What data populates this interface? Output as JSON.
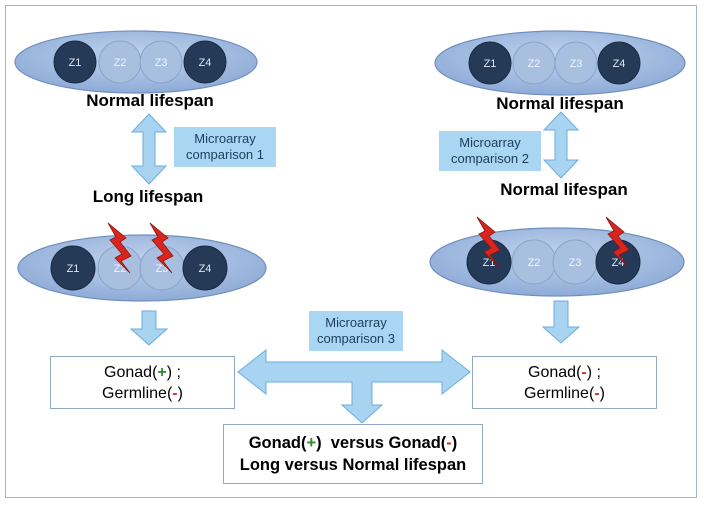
{
  "colors": {
    "ellipse_fill": "#9cb6dd",
    "ellipse_stroke": "#6f8fbe",
    "dark_cell": "#253a56",
    "light_cell": "#a9bfe0",
    "arrow_fill": "#a8d3f1",
    "arrow_stroke": "#6aaedc",
    "bolt": "#d9251e",
    "plus": "#2e8b2e",
    "minus": "#c0392b"
  },
  "panels": {
    "top_left": {
      "cells": [
        "Z1",
        "Z2",
        "Z3",
        "Z4"
      ],
      "dark": [
        true,
        false,
        false,
        true
      ],
      "label": "Normal lifespan"
    },
    "top_right": {
      "cells": [
        "Z1",
        "Z2",
        "Z3",
        "Z4"
      ],
      "dark": [
        true,
        false,
        false,
        true
      ],
      "label": "Normal lifespan"
    },
    "bottom_left": {
      "cells": [
        "Z1",
        "Z2",
        "Z3",
        "Z4"
      ],
      "dark": [
        true,
        false,
        false,
        true
      ],
      "label": "Long lifespan",
      "bolt_on": [
        "Z2",
        "Z3"
      ]
    },
    "bottom_right": {
      "cells": [
        "Z1",
        "Z2",
        "Z3",
        "Z4"
      ],
      "dark": [
        true,
        false,
        false,
        true
      ],
      "label": "Normal lifespan",
      "bolt_on": [
        "Z1",
        "Z4"
      ]
    }
  },
  "comparisons": {
    "c1": [
      "Microarray",
      "comparison 1"
    ],
    "c2": [
      "Microarray",
      "comparison 2"
    ],
    "c3": [
      "Microarray",
      "comparison 3"
    ]
  },
  "results": {
    "left": {
      "line1_prefix": "Gonad(",
      "line1_sign": "+",
      "line1_suffix": ") ;",
      "line2_prefix": "Germline(",
      "line2_sign": "-",
      "line2_suffix": ")"
    },
    "right": {
      "line1_prefix": "Gonad(",
      "line1_sign": "-",
      "line1_suffix": ") ;",
      "line2_prefix": "Germline(",
      "line2_sign": "-",
      "line2_suffix": ")"
    }
  },
  "final": {
    "part1": "Gonad(",
    "sign1": "+",
    "part2": ")  versus Gonad(",
    "sign2": "-",
    "part3": ")",
    "line2": "Long versus Normal lifespan"
  }
}
